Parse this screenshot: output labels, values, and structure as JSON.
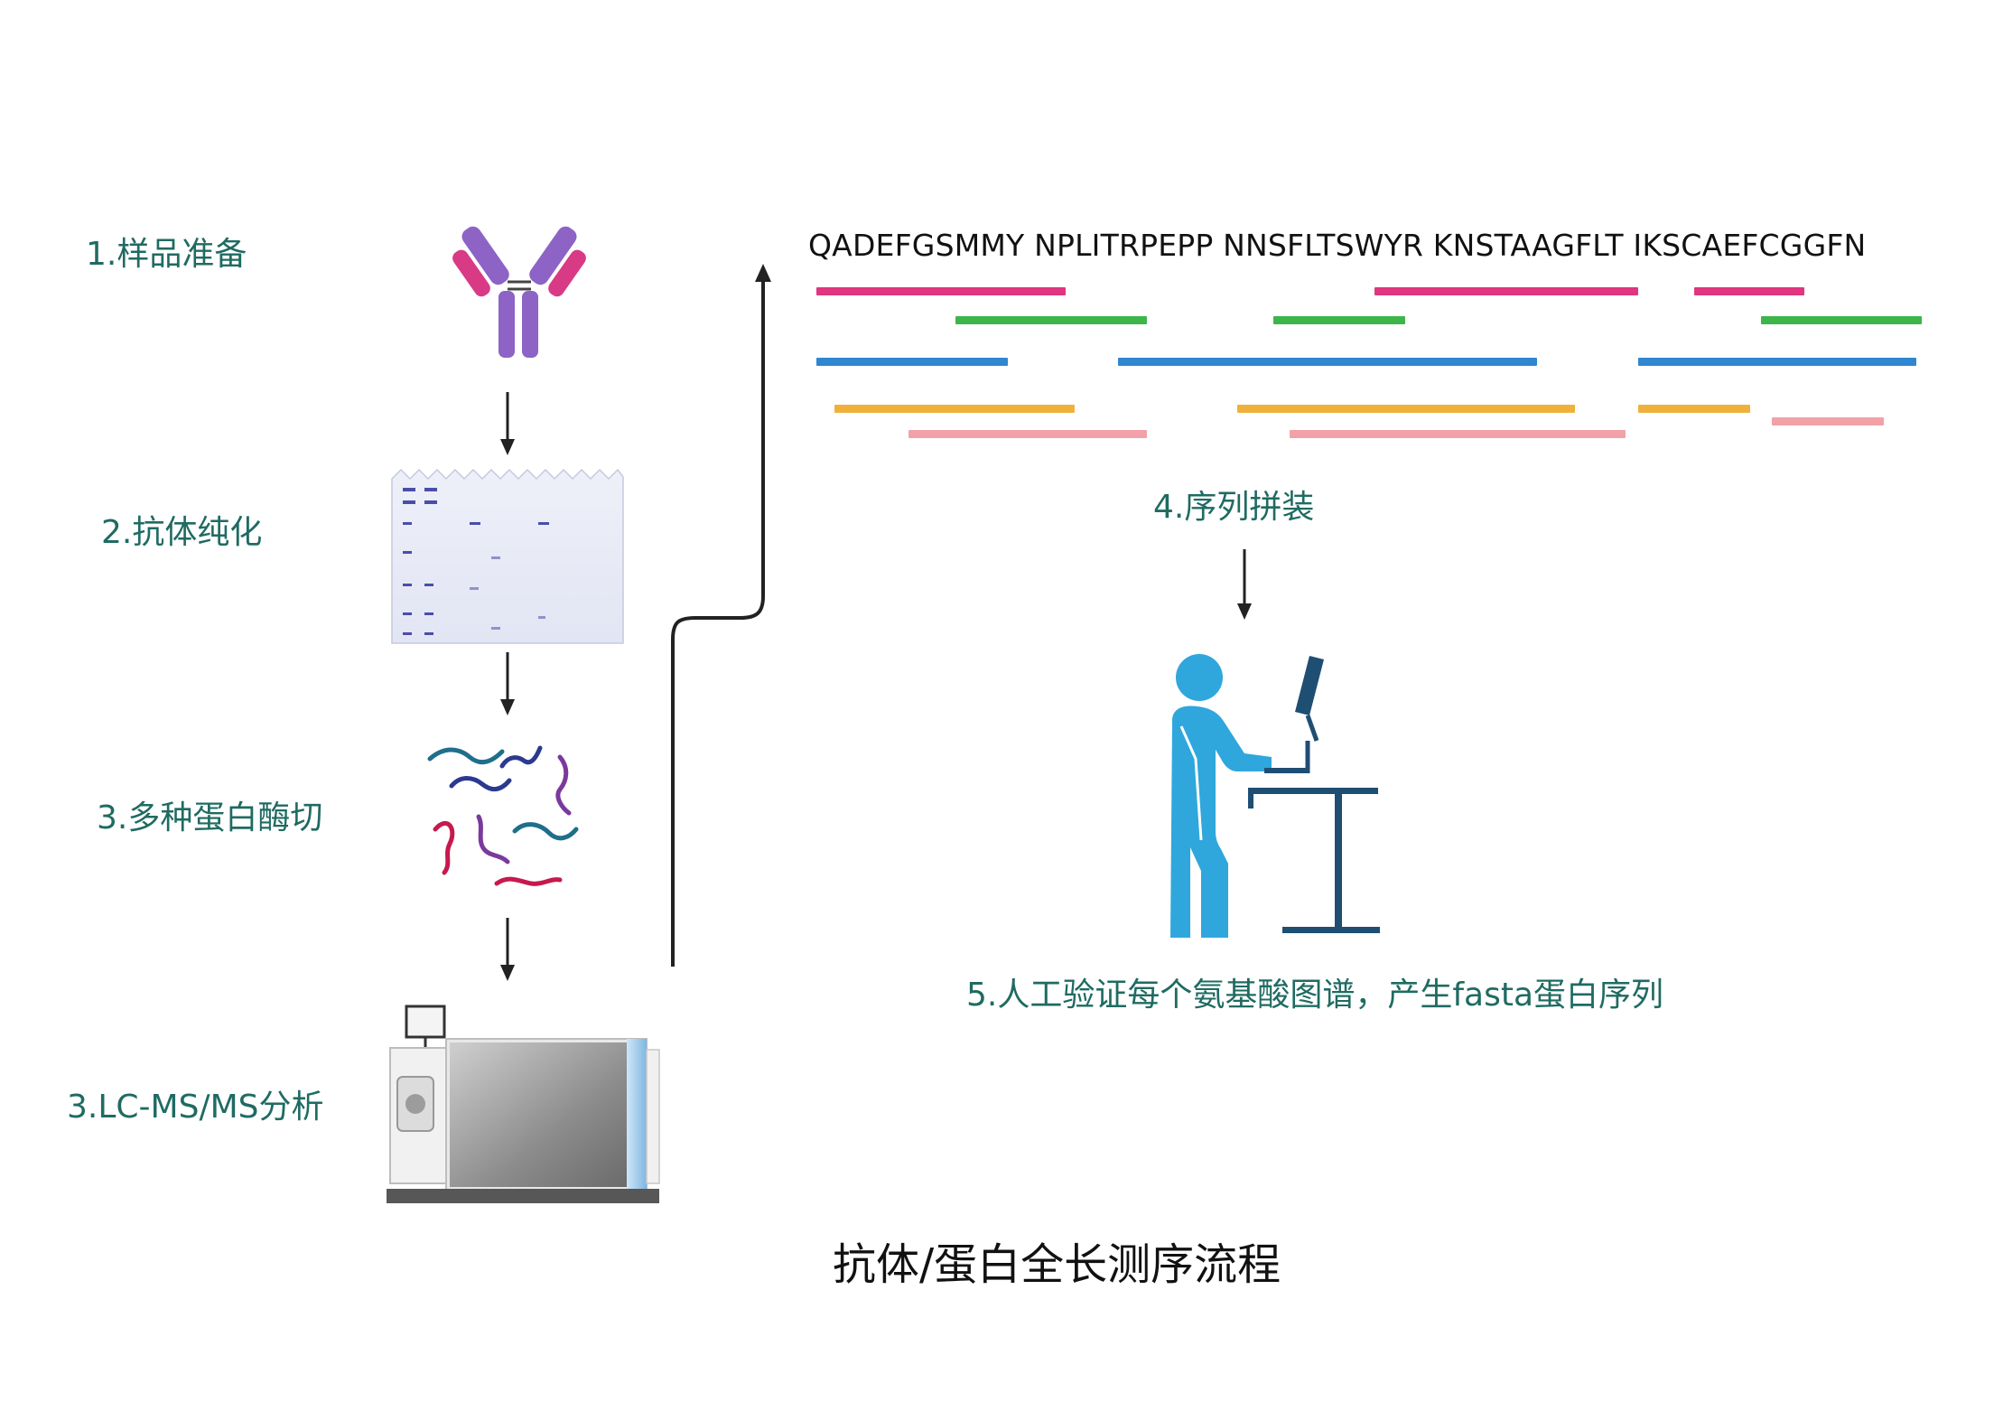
{
  "steps": {
    "s1": "1.样品准备",
    "s2": "2.抗体纯化",
    "s3": "3.多种蛋白酶切",
    "s4": "3.LC-MS/MS分析",
    "s5": "4.序列拼装",
    "s6": "5.人工验证每个氨基酸图谱，产生fasta蛋白序列"
  },
  "sequence": "QADEFGSMMY NPLITRPEPP NNSFLTSWYR KNSTAAGFLT IKSCAEFCGGFN",
  "title": "抗体/蛋白全长测序流程",
  "colors": {
    "label": "#1f6b62",
    "magenta": "#e0357f",
    "green": "#3db54a",
    "blue": "#2f86d1",
    "orange": "#f0b13c",
    "pink": "#f2a1a8"
  },
  "icons": [
    "antibody-icon",
    "gel-icon",
    "peptide-fragments-icon",
    "mass-spectrometer-icon",
    "scientist-workstation-icon"
  ]
}
